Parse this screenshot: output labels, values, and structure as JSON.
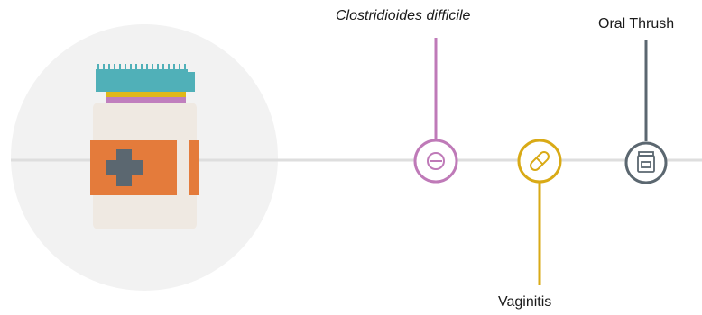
{
  "timeline": {
    "items": [
      {
        "label": "Clostridioides difficile",
        "icon": "minus-circle-icon",
        "color": "#bf7ab8",
        "label_style": "italic",
        "label_position": "above"
      },
      {
        "label": "Vaginitis",
        "icon": "pill-capsule-icon",
        "color": "#d9aa16",
        "label_style": "normal",
        "label_position": "below"
      },
      {
        "label": "Oral Thrush",
        "icon": "medicine-jar-icon",
        "color": "#5b6770",
        "label_style": "normal",
        "label_position": "above"
      }
    ]
  },
  "hero": {
    "icon": "medicine-bottle-icon",
    "circle_color": "#f2f2f2",
    "cap_color": "#50b0b8",
    "band_yellow": "#e0b81a",
    "band_purple": "#c07fbe",
    "body_color": "#efe9e2",
    "label_color": "#e47b3b",
    "cross_color": "#5b6770"
  },
  "axis_color": "#dedede"
}
